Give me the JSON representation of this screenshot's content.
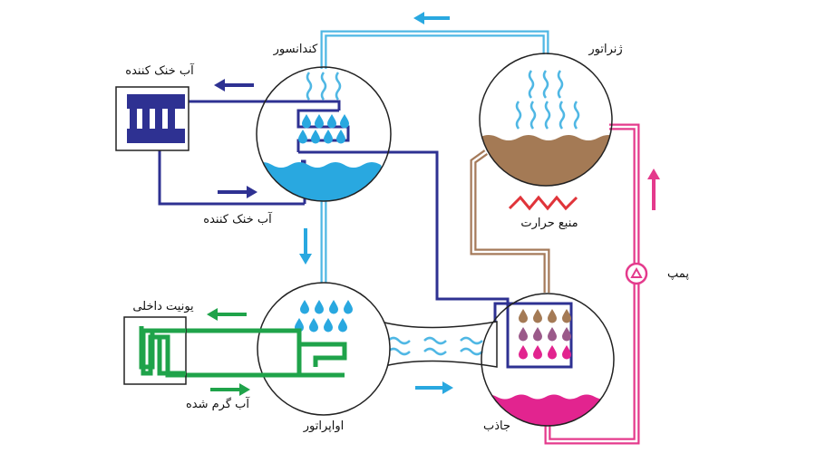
{
  "labels": {
    "condenser": "کندانسور",
    "generator": "ژنراتور",
    "evaporator": "اواپراتور",
    "absorber": "جاذب",
    "cooling_water_top": "آب خنک کننده",
    "cooling_water_mid": "آب خنک کننده",
    "heat_source": "منبع حرارت",
    "pump": "پمپ",
    "indoor_unit": "یونیت داخلی",
    "hot_water": "آب گرم شده"
  },
  "colors": {
    "vapor_line": "#4fb7e4",
    "cooling_line": "#2e3192",
    "indoor_line": "#1fa34a",
    "solution_line": "#a57a5a",
    "pump_line": "#e43a8c",
    "heat_zigzag": "#e0343a",
    "water_fill": "#29a8e0",
    "generator_liquid": "#a47a55",
    "absorber_liquid": "#e2248f"
  }
}
